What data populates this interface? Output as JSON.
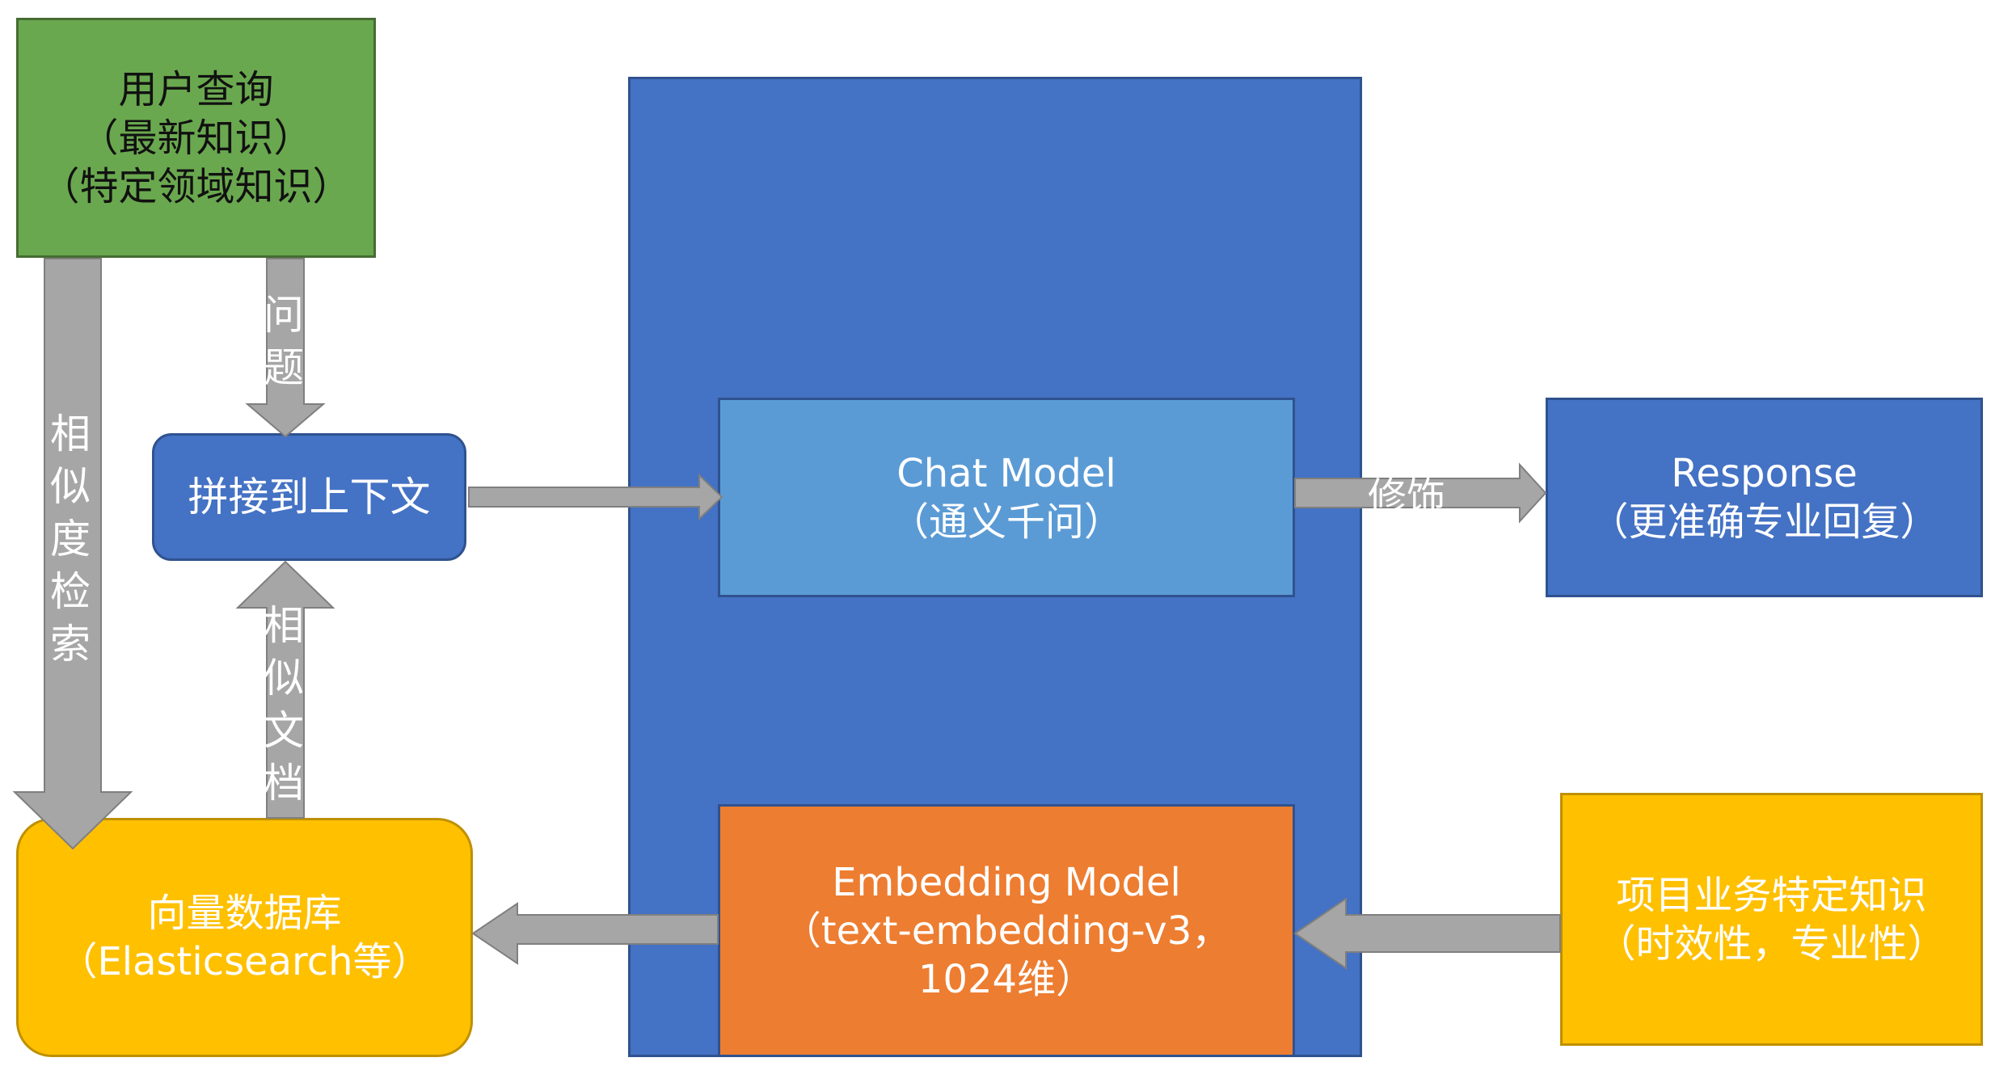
{
  "boxes": {
    "user_query": {
      "line1": "用户查询",
      "line2": "（最新知识）",
      "line3": "（特定领域知识）",
      "fill": "#6aa84f"
    },
    "concat": {
      "label": "拼接到上下文",
      "fill": "#4472c4"
    },
    "vector_db": {
      "line1": "向量数据库",
      "line2": "（Elasticsearch等）",
      "fill": "#ffc000"
    },
    "chat_model": {
      "line1": "Chat Model",
      "line2": "（通义千问）",
      "fill": "#5b9bd5"
    },
    "embedding_model": {
      "line1": "Embedding Model",
      "line2": "（text-embedding-v3，",
      "line3": "1024维）",
      "fill": "#ed7d31"
    },
    "response": {
      "line1": "Response",
      "line2": "（更准确专业回复）",
      "fill": "#4472c4"
    },
    "project_knowledge": {
      "line1": "项目业务特定知识",
      "line2": "（时效性，专业性）",
      "fill": "#ffc000"
    },
    "model_container": {
      "fill": "#4472c4"
    }
  },
  "arrow_labels": {
    "question": [
      "问",
      "题"
    ],
    "similarity_search": [
      "相",
      "似",
      "度",
      "检",
      "索"
    ],
    "similar_docs": [
      "相",
      "似",
      "文",
      "档"
    ],
    "decorate": "修饰"
  },
  "arrow_color": "#a6a6a6"
}
